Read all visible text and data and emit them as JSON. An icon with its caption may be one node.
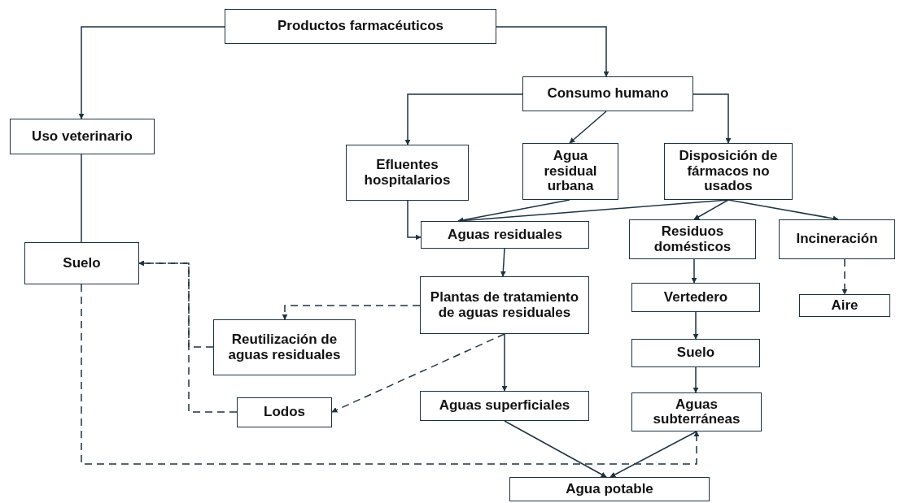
{
  "diagram": {
    "nodes": [
      {
        "text": [
          "Productos farmacéuticos"
        ]
      },
      {
        "text": [
          "Uso veterinario"
        ]
      },
      {
        "text": [
          "Consumo humano"
        ]
      },
      {
        "text": [
          "Efluentes hospitalarios"
        ]
      },
      {
        "text": [
          "Agua residual urbana"
        ]
      },
      {
        "text": [
          "Disposición de fármacos no usados"
        ]
      },
      {
        "text": [
          "Suelo"
        ]
      },
      {
        "text": [
          "Aguas residuales"
        ]
      },
      {
        "text": [
          "Residuos domésticos"
        ]
      },
      {
        "text": [
          "Incineración"
        ]
      },
      {
        "text": [
          "Plantas de tratamiento de aguas residuales"
        ]
      },
      {
        "text": [
          "Vertedero"
        ]
      },
      {
        "text": [
          "Aire"
        ]
      },
      {
        "text": [
          "Reutilización de aguas residuales"
        ]
      },
      {
        "text": [
          "Suelo"
        ]
      },
      {
        "text": [
          "Lodos"
        ]
      },
      {
        "text": [
          "Aguas superficiales"
        ]
      },
      {
        "text": [
          "Aguas subterráneas"
        ]
      },
      {
        "text": [
          "Agua potable"
        ]
      }
    ],
    "edges": [
      {
        "from": 0,
        "to": 1,
        "arrow": "to"
      },
      {
        "from": 0,
        "to": 2,
        "arrow": "to"
      },
      {
        "from": 2,
        "to": 3,
        "arrow": "to"
      },
      {
        "from": 2,
        "to": 4,
        "arrow": "to"
      },
      {
        "from": 2,
        "to": 5,
        "arrow": "to"
      },
      {
        "from": 3,
        "to": 7,
        "arrow": "to"
      },
      {
        "from": 4,
        "to": 7,
        "arrow": "to"
      },
      {
        "from": 5,
        "to": 7,
        "arrow": "to"
      },
      {
        "from": 5,
        "to": 8,
        "arrow": "to"
      },
      {
        "from": 5,
        "to": 9,
        "arrow": "to"
      },
      {
        "from": 1,
        "to": 6,
        "arrow": "none"
      },
      {
        "from": 7,
        "to": 10,
        "arrow": "to"
      },
      {
        "from": 8,
        "to": 11,
        "arrow": "to"
      },
      {
        "from": 9,
        "to": 12,
        "arrow": "to",
        "style": "dashed"
      },
      {
        "from": 10,
        "to": 13,
        "arrow": "to",
        "style": "dashed"
      },
      {
        "from": 13,
        "to": 6,
        "arrow": "to",
        "style": "dashed"
      },
      {
        "from": 15,
        "to": 6,
        "arrow": "to",
        "style": "dashed"
      },
      {
        "from": 10,
        "to": 15,
        "arrow": "to",
        "style": "dashed"
      },
      {
        "from": 10,
        "to": 16,
        "arrow": "to"
      },
      {
        "from": 11,
        "to": 14,
        "arrow": "to"
      },
      {
        "from": 14,
        "to": 17,
        "arrow": "to"
      },
      {
        "from": 16,
        "to": 18,
        "arrow": "to"
      },
      {
        "from": 17,
        "to": 18,
        "arrow": "to"
      },
      {
        "from": 6,
        "to": 17,
        "arrow": "to",
        "style": "dashed"
      }
    ]
  }
}
